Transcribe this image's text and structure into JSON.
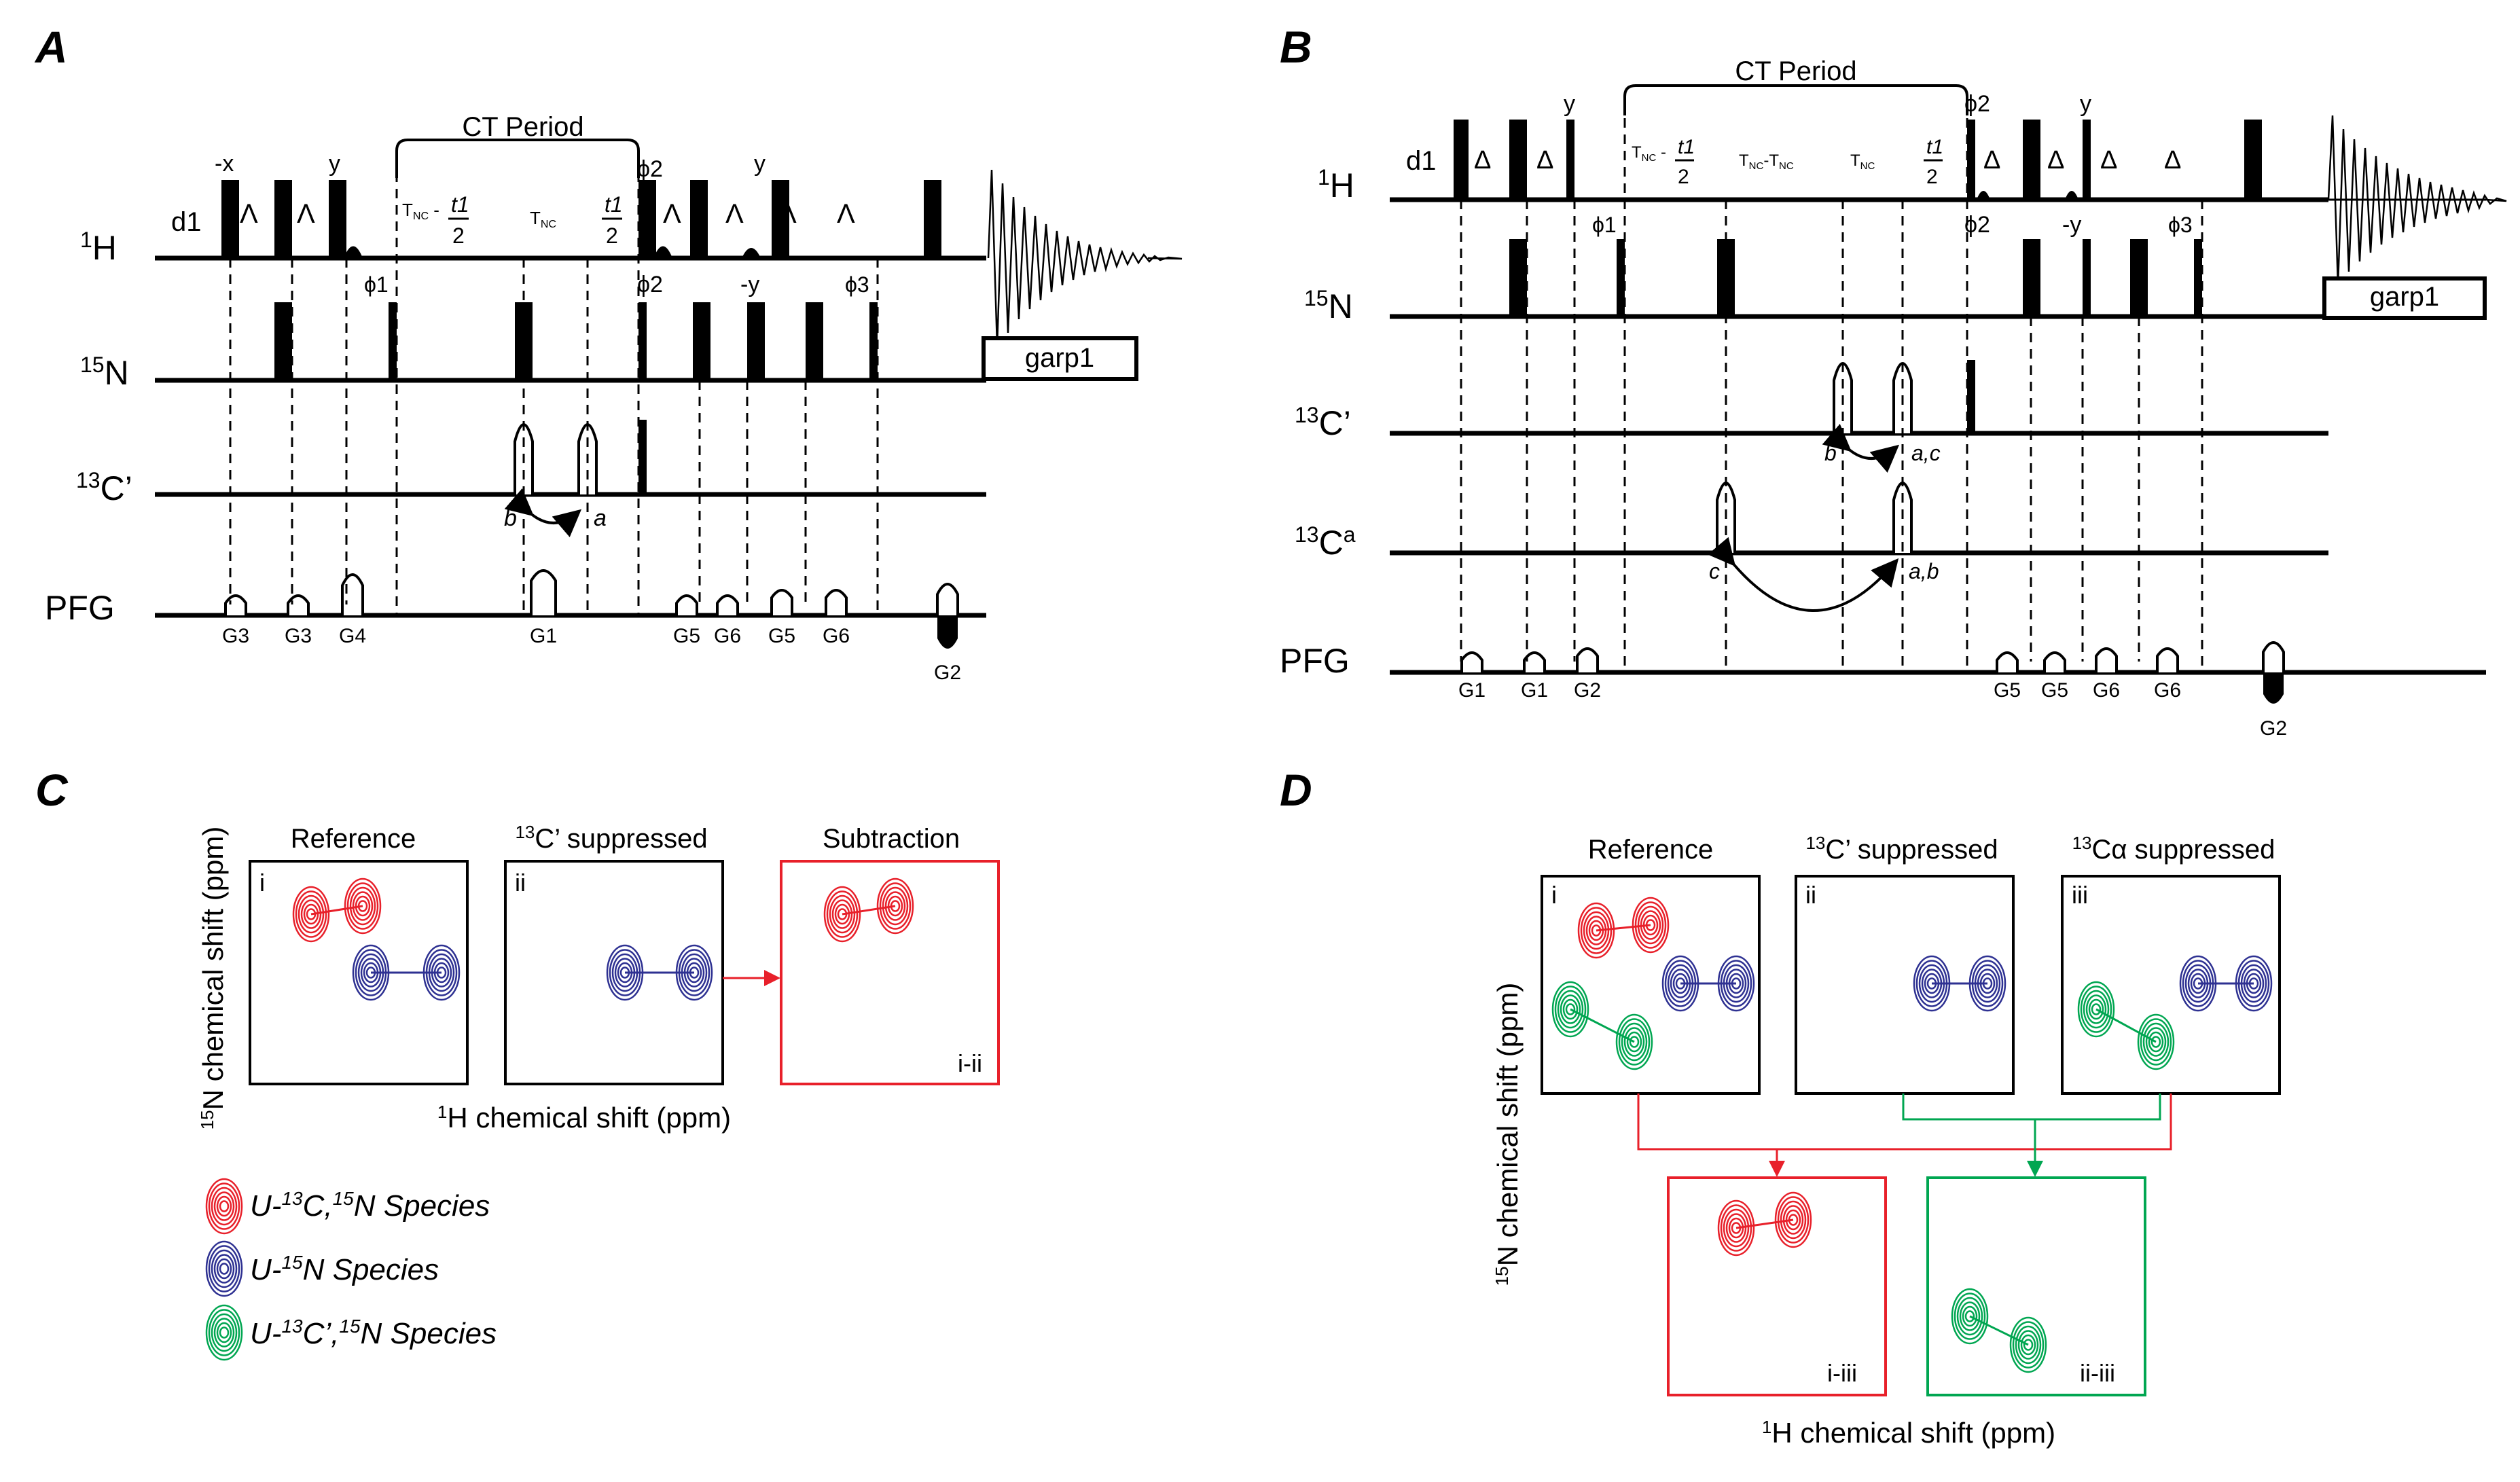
{
  "panels": {
    "A": {
      "letter": "A",
      "channels": [
        "1H",
        "15N",
        "13C’",
        "PFG"
      ],
      "ct_period": "CT Period",
      "d1": "d1",
      "delay": "Λ",
      "phases_top": [
        "-x",
        "y",
        "y"
      ],
      "phi1": "ϕ1",
      "phi2": "ϕ2",
      "phi3": "ϕ3",
      "minus_y": "-y",
      "t_nc_minus": "T",
      "t_nc": "T",
      "nc_sub": "NC",
      "t1": "t1",
      "half": "2",
      "shift_labels": [
        "a",
        "b"
      ],
      "decouple": "garp1",
      "gradients": [
        "G3",
        "G3",
        "G4",
        "G1",
        "G5",
        "G6",
        "G5",
        "G6",
        "G2"
      ]
    },
    "B": {
      "letter": "B",
      "channels": [
        "1H",
        "15N",
        "13C’",
        "13Cᵃ",
        "PFG"
      ],
      "ct_period": "CT Period",
      "d1": "d1",
      "delay": "Δ",
      "phase_y": "y",
      "minus_y": "-y",
      "phi1": "ϕ1",
      "phi2": "ϕ2",
      "phi3": "ϕ3",
      "t_nc_minus": "T",
      "t_nc_t_nc": "-T",
      "t_nc": "T",
      "nc_sub": "NC",
      "t1": "t1",
      "half": "2",
      "shift_labels_co": [
        "b",
        "a,c"
      ],
      "shift_labels_ca": [
        "c",
        "a,b"
      ],
      "decouple": "garp1",
      "gradients": [
        "G1",
        "G1",
        "G2",
        "G5",
        "G5",
        "G6",
        "G6",
        "G2"
      ]
    },
    "C": {
      "letter": "C",
      "titles": [
        "Reference",
        "13C’ suppressed",
        "Subtraction"
      ],
      "roman": [
        "i",
        "ii",
        "i-ii"
      ],
      "xlabel": "1H chemical shift (ppm)",
      "ylabel": "15N chemical shift (ppm)",
      "legend": [
        "U-13C,15N Species",
        "U-15N Species",
        "U-13C’,15N Species"
      ]
    },
    "D": {
      "letter": "D",
      "titles": [
        "Reference",
        "13C’ suppressed",
        "13Cα suppressed"
      ],
      "roman": [
        "i",
        "ii",
        "iii",
        "i-iii",
        "ii-iii"
      ],
      "xlabel": "1H chemical shift (ppm)",
      "ylabel": "15N chemical shift (ppm)"
    }
  },
  "colors": {
    "red": "#e8202a",
    "blue": "#2e3192",
    "green": "#00a651",
    "black": "#000000"
  }
}
